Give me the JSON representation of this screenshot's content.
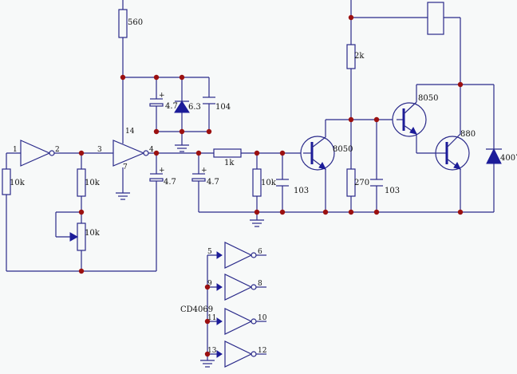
{
  "labels": {
    "r560": "560",
    "pin14": "14",
    "pin7": "7",
    "c47_top": "4.7",
    "z63": "6.3",
    "c104": "104",
    "pin1": "1",
    "pin2": "2",
    "pin3": "3",
    "pin4": "4",
    "r10k_in": "10k",
    "r10k_mid": "10k",
    "pot10k": "10k",
    "c47_fb": "4.7",
    "r1k": "1k",
    "c47_out": "4.7",
    "r10k_base": "10k",
    "c103_a": "103",
    "q8050_a": "8050",
    "r2k": "2k",
    "q8050_b": "8050",
    "r270": "270",
    "c103_b": "103",
    "q880": "880",
    "d4007": "4007",
    "pin5": "5",
    "pin6": "6",
    "pin9": "9",
    "pin8": "8",
    "ic": "CD4069",
    "pin11": "11",
    "pin10": "10",
    "pin13": "13",
    "pin12": "12"
  },
  "colors": {
    "wire": "#2a2a8a",
    "junction": "#9b1010",
    "component_fill": "#1c1c99",
    "background": "#f7f9f9"
  }
}
